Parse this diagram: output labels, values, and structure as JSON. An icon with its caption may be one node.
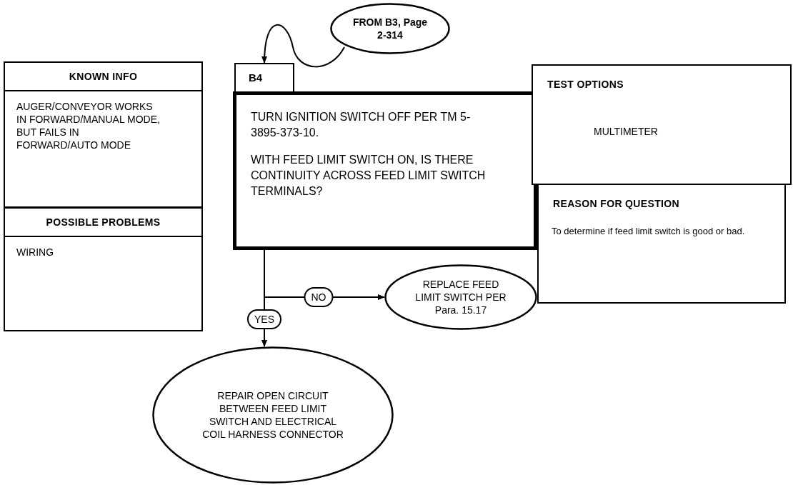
{
  "diagram": {
    "nodes": [
      {
        "text": [
          "KNOWN INFO",
          "AUGER/CONVEYOR WORKS IN FORWARD/MANUAL MODE, BUT FAILS IN FORWARD/AUTO MODE"
        ]
      },
      {
        "text": [
          "POSSIBLE PROBLEMS",
          "WIRING"
        ]
      },
      {
        "text": [
          "FROM B3, Page 2-314"
        ]
      },
      {
        "text": [
          "B4"
        ]
      },
      {
        "text": [
          "TURN IGNITION SWITCH OFF PER TM 5-3895-373-10.",
          "WITH FEED LIMIT SWITCH ON, IS THERE CONTINUITY ACROSS FEED LIMIT SWITCH TERMINALS?"
        ]
      },
      {
        "text": [
          "TEST OPTIONS",
          "MULTIMETER"
        ]
      },
      {
        "text": [
          "REASON FOR QUESTION",
          "To determine if feed limit switch is good or bad."
        ]
      },
      {
        "text": [
          "REPLACE FEED LIMIT SWITCH PER Para. 15.17"
        ]
      },
      {
        "text": [
          "REPAIR OPEN CIRCUIT BETWEEN FEED LIMIT SWITCH AND ELECTRICAL COIL HARNESS CONNECTOR"
        ]
      }
    ],
    "edges": [
      {
        "from": 2,
        "to": 3,
        "arrow": "to"
      },
      {
        "from": 4,
        "to": 7,
        "arrow": "to",
        "label": "NO"
      },
      {
        "from": 4,
        "to": 8,
        "arrow": "to",
        "label": "YES"
      }
    ]
  }
}
